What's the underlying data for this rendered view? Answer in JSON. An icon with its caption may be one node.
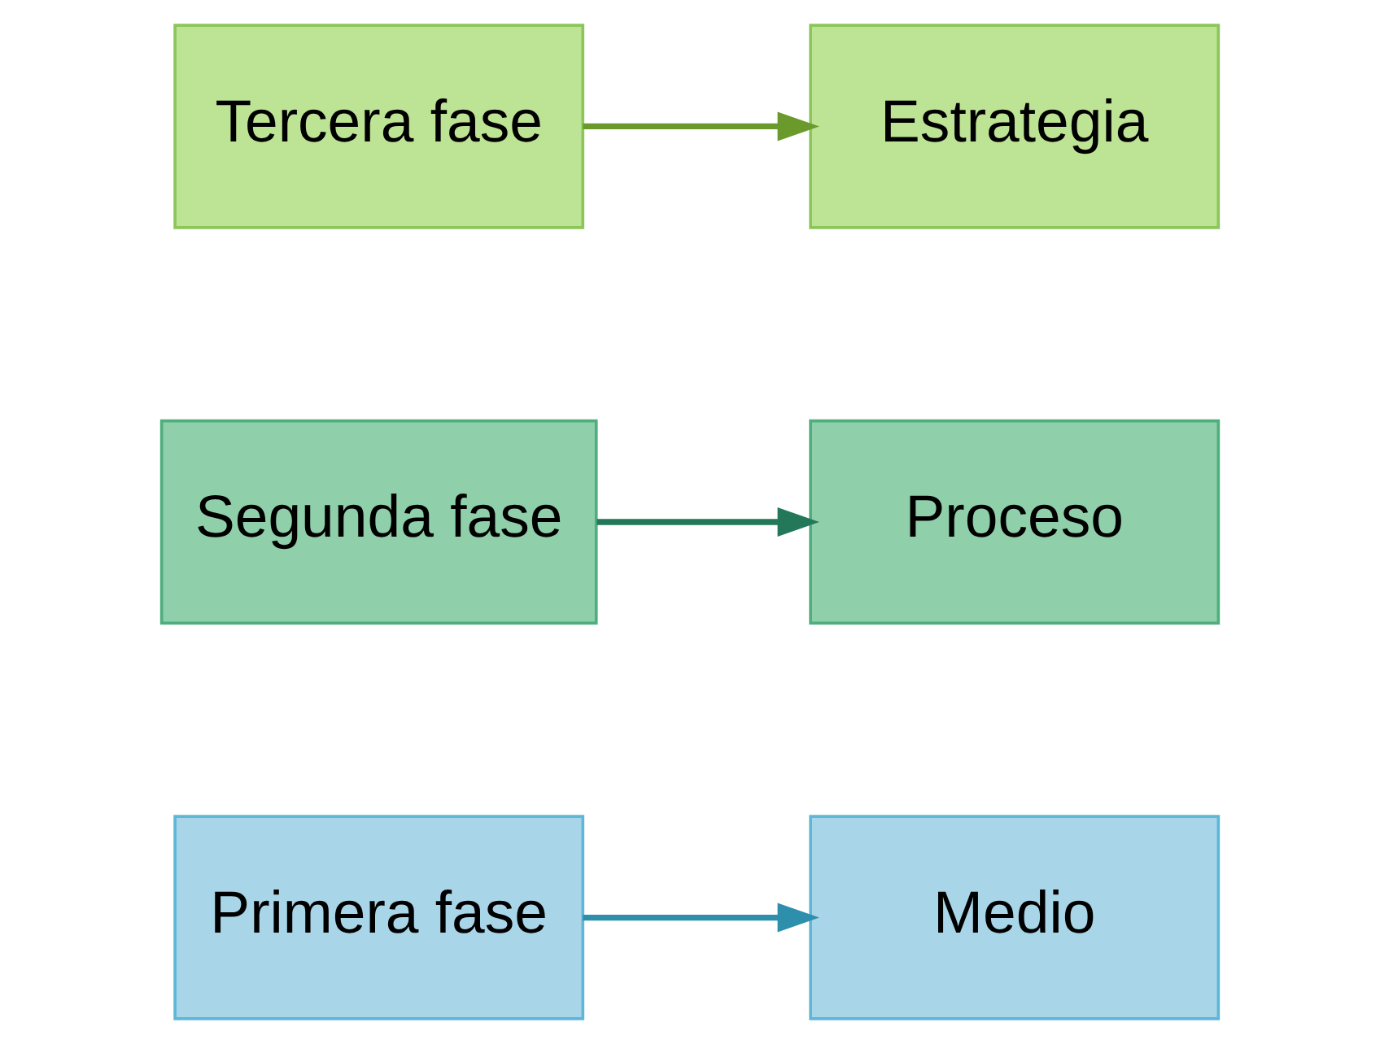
{
  "diagram": {
    "nodes": [
      {
        "text": [
          "Primera fase"
        ]
      },
      {
        "text": [
          "Medio"
        ]
      },
      {
        "text": [
          "Segunda fase"
        ]
      },
      {
        "text": [
          "Proceso"
        ]
      },
      {
        "text": [
          "Tercera fase"
        ]
      },
      {
        "text": [
          "Estrategia"
        ]
      }
    ],
    "edges": [
      {
        "from": 0,
        "to": 1,
        "arrow": "to",
        "color": "#2e8fad"
      },
      {
        "from": 2,
        "to": 3,
        "arrow": "to",
        "color": "#23785a"
      },
      {
        "from": 4,
        "to": 5,
        "arrow": "to",
        "color": "#6a9a2c"
      }
    ]
  }
}
